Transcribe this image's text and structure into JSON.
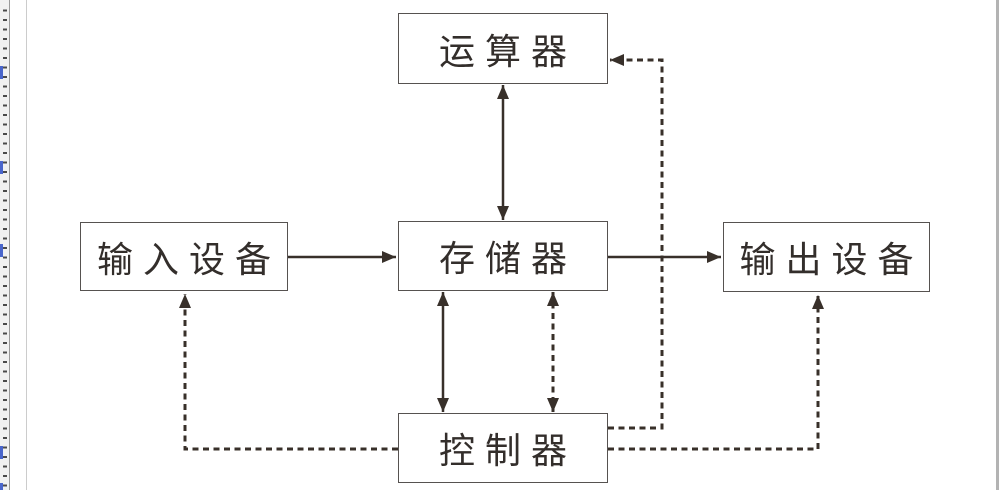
{
  "diagram": {
    "description": "Von Neumann computer architecture block diagram",
    "nodes": {
      "alu": {
        "label": "运算器"
      },
      "memory": {
        "label": "存储器"
      },
      "input": {
        "label": "输入设备"
      },
      "output": {
        "label": "输出设备"
      },
      "controller": {
        "label": "控制器"
      }
    },
    "edges": [
      {
        "from": "input",
        "to": "memory",
        "style": "solid",
        "direction": "one-way"
      },
      {
        "from": "memory",
        "to": "output",
        "style": "solid",
        "direction": "one-way"
      },
      {
        "from": "alu",
        "to": "memory",
        "style": "solid",
        "direction": "two-way"
      },
      {
        "from": "memory",
        "to": "controller",
        "style": "solid",
        "direction": "two-way"
      },
      {
        "from": "memory",
        "to": "controller",
        "style": "dashed",
        "direction": "two-way"
      },
      {
        "from": "controller",
        "to": "alu",
        "style": "dashed",
        "direction": "one-way"
      },
      {
        "from": "controller",
        "to": "input",
        "style": "dashed",
        "direction": "one-way"
      },
      {
        "from": "controller",
        "to": "output",
        "style": "dashed",
        "direction": "one-way"
      }
    ]
  },
  "colors": {
    "wire_line": "#38302a",
    "box_border": "#565250",
    "box_background": "#ffffff",
    "canvas_background": "#ffffff",
    "ruler_background": "#f1f1f1",
    "ruler_tick": "#4a4a4a",
    "ruler_blue_marker": "#4a66cc",
    "page_edge_line": "#cccccc",
    "right_strip": "#b3b3b3"
  }
}
